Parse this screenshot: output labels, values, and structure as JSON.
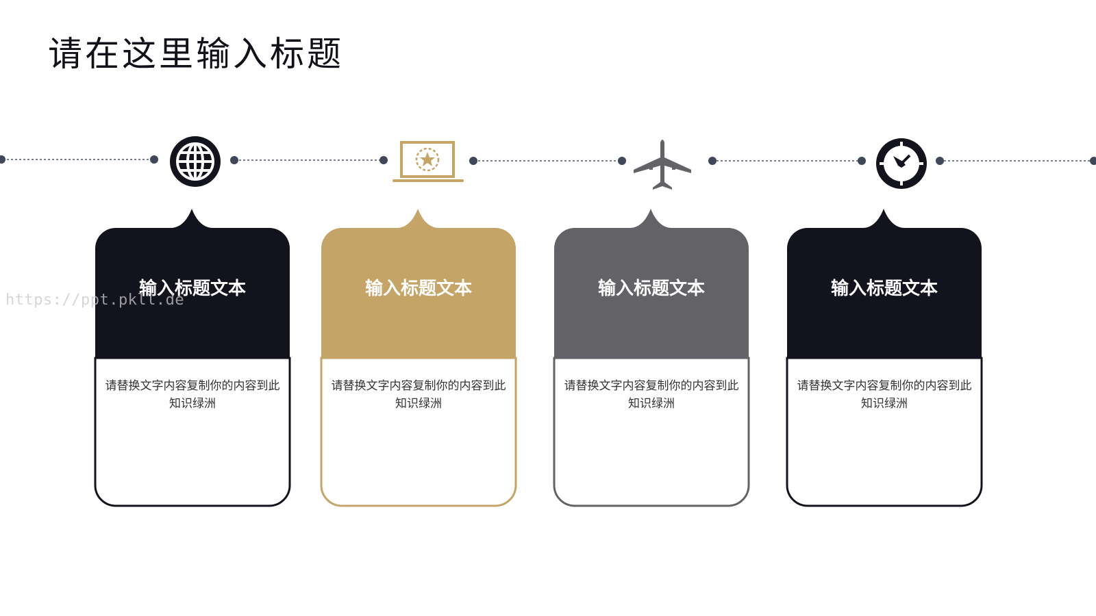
{
  "slide": {
    "title": "请在这里输入标题",
    "watermark": "https://ppt.pkll.de"
  },
  "colors": {
    "dark": "#12131c",
    "gold": "#c5a468",
    "gray": "#636266",
    "timeline": "#4a5466"
  },
  "icons": [
    "globe-icon",
    "laptop-star-icon",
    "airplane-icon",
    "clock-icon"
  ],
  "cards": [
    {
      "title": "输入标题文本",
      "body": "请替换文字内容复制你的内容到此知识绿洲",
      "color": "dark"
    },
    {
      "title": "输入标题文本",
      "body": "请替换文字内容复制你的内容到此知识绿洲",
      "color": "gold"
    },
    {
      "title": "输入标题文本",
      "body": "请替换文字内容复制你的内容到此知识绿洲",
      "color": "gray"
    },
    {
      "title": "输入标题文本",
      "body": "请替换文字内容复制你的内容到此知识绿洲",
      "color": "dark"
    }
  ]
}
